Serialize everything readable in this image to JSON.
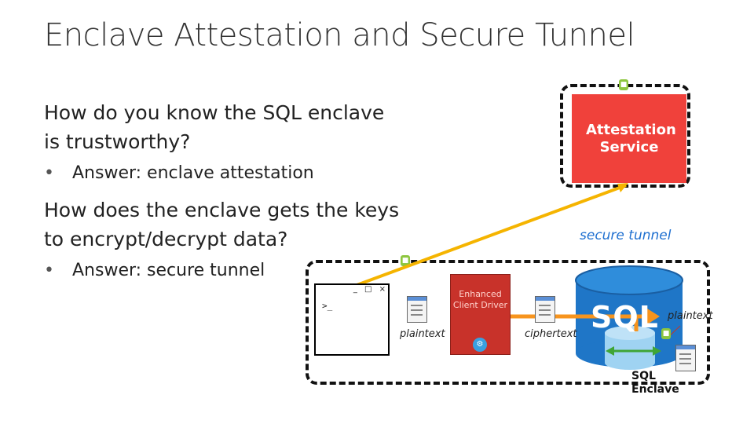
{
  "slide": {
    "title": "Enclave Attestation and Secure Tunnel",
    "question1": "How do you know the SQL enclave is trustworthy?",
    "answer1": "Answer: enclave attestation",
    "question2": "How does the enclave gets the keys to encrypt/decrypt data?",
    "answer2": "Answer: secure tunnel",
    "bullet": "•"
  },
  "diagram": {
    "attestation_service": "Attestation Service",
    "secure_tunnel_label": "secure tunnel",
    "driver_label": "Enhanced Client Driver",
    "plaintext_left": "plaintext",
    "ciphertext": "ciphertext",
    "plaintext_right": "plaintext",
    "sql_text": "SQL",
    "enclave_label": "SQL Enclave",
    "window_controls": "_ □ ×",
    "window_prompt": ">_"
  },
  "colors": {
    "attestation_red": "#f0413b",
    "driver_red": "#c8322a",
    "sql_blue": "#1f76c7",
    "enclave_light_blue": "#9fd3f2",
    "tunnel_yellow": "#f5b400",
    "arrow_orange": "#f7941d",
    "arrow_green": "#3fa535",
    "lock_green": "#8dc63f",
    "tunnel_label_blue": "#1e6fd0"
  },
  "icons": [
    "lock-icon",
    "document-icon",
    "app-window-icon",
    "database-icon",
    "gear-badge-icon"
  ]
}
